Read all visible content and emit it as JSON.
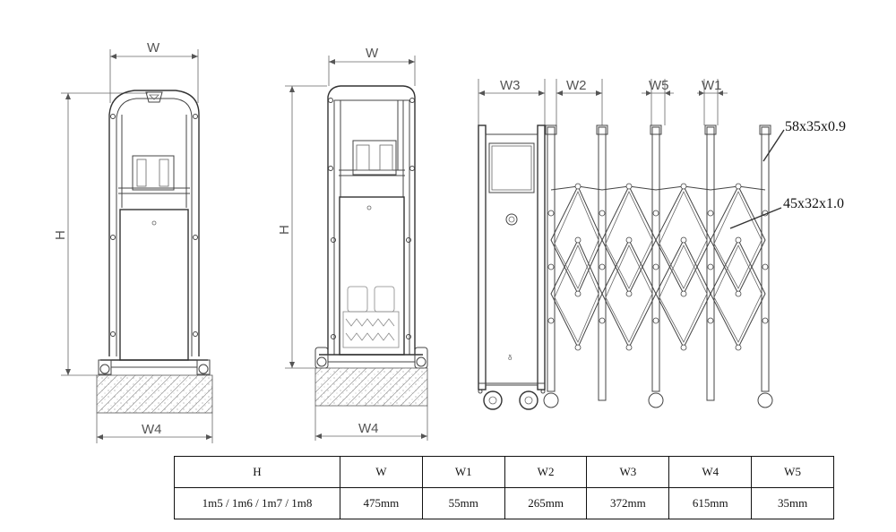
{
  "diagram": {
    "front_view": {
      "width_label": "W",
      "height_label": "H",
      "base_label": "W4"
    },
    "side_view": {
      "width_label": "W",
      "height_label": "H",
      "base_label": "W4"
    },
    "gate_view": {
      "labels": [
        "W3",
        "W2",
        "W5",
        "W1"
      ],
      "callouts": [
        "58x35x0.9",
        "45x32x1.0"
      ]
    }
  },
  "spec_table": {
    "headers": [
      "H",
      "W",
      "W1",
      "W2",
      "W3",
      "W4",
      "W5"
    ],
    "values": [
      "1m5 / 1m6 / 1m7 / 1m8",
      "475mm",
      "55mm",
      "265mm",
      "372mm",
      "615mm",
      "35mm"
    ]
  }
}
